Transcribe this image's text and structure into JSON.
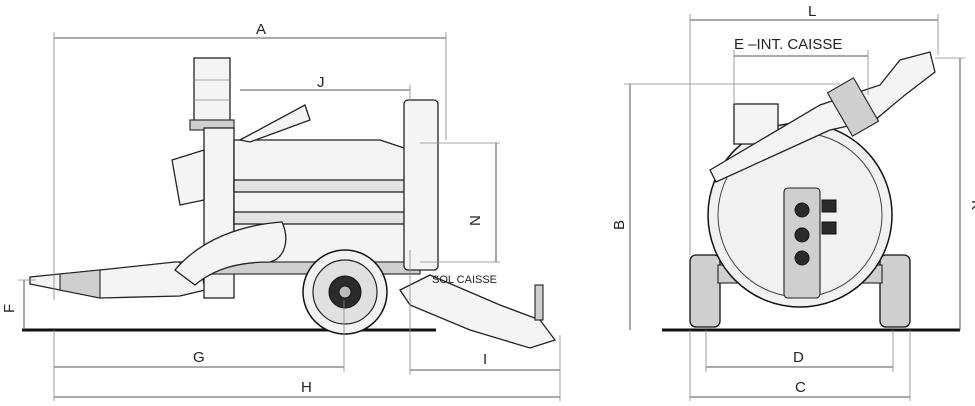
{
  "labels": {
    "A": "A",
    "B": "B",
    "C": "C",
    "D": "D",
    "E": "E  –INT. CAISSE",
    "F": "F",
    "G": "G",
    "H": "H",
    "I": "I",
    "J": "J",
    "K": "K",
    "L": "L",
    "N": "N",
    "sol_caisse": "SOL CAISSE"
  }
}
